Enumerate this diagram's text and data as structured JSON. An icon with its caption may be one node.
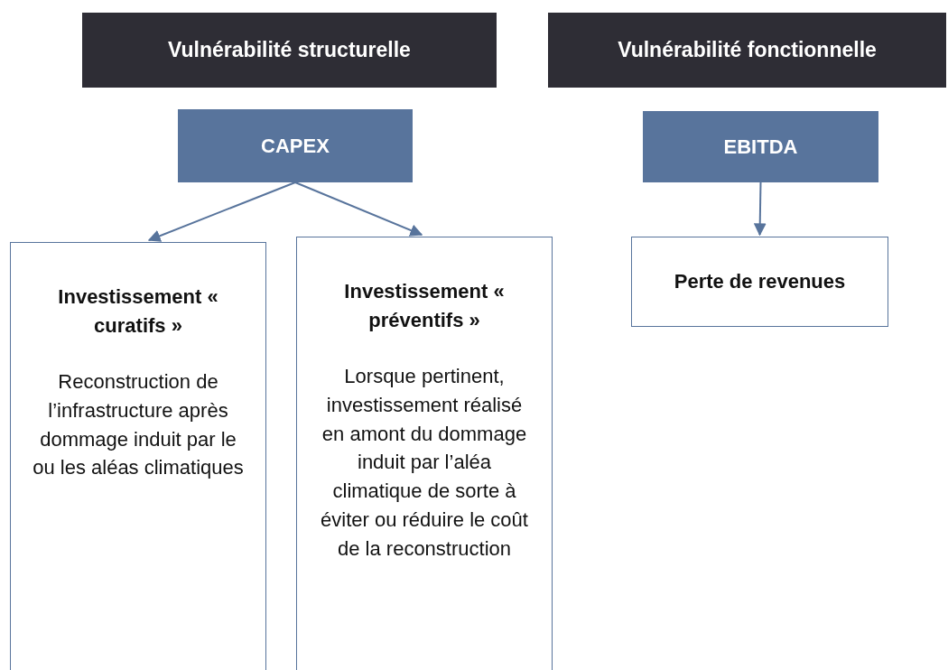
{
  "diagram": {
    "nodes": [
      {
        "text": [
          "Vulnérabilité structurelle"
        ]
      },
      {
        "text": [
          "CAPEX"
        ]
      },
      {
        "text": [
          "Investissement « curatifs »",
          "Reconstruction de l’infrastructure après dommage induit par le ou les aléas climatiques"
        ]
      },
      {
        "text": [
          "Investissement « préventifs »",
          "Lorsque pertinent, investissement réalisé en amont du dommage induit par l’aléa climatique de sorte à éviter ou réduire le coût de la reconstruction"
        ]
      },
      {
        "text": [
          "Vulnérabilité fonctionnelle"
        ]
      },
      {
        "text": [
          "EBITDA"
        ]
      },
      {
        "text": [
          "Perte de revenues"
        ]
      }
    ],
    "edges": [
      {
        "from": 1,
        "to": 2,
        "arrow": "to"
      },
      {
        "from": 1,
        "to": 3,
        "arrow": "to"
      },
      {
        "from": 5,
        "to": 6,
        "arrow": "to"
      }
    ]
  }
}
